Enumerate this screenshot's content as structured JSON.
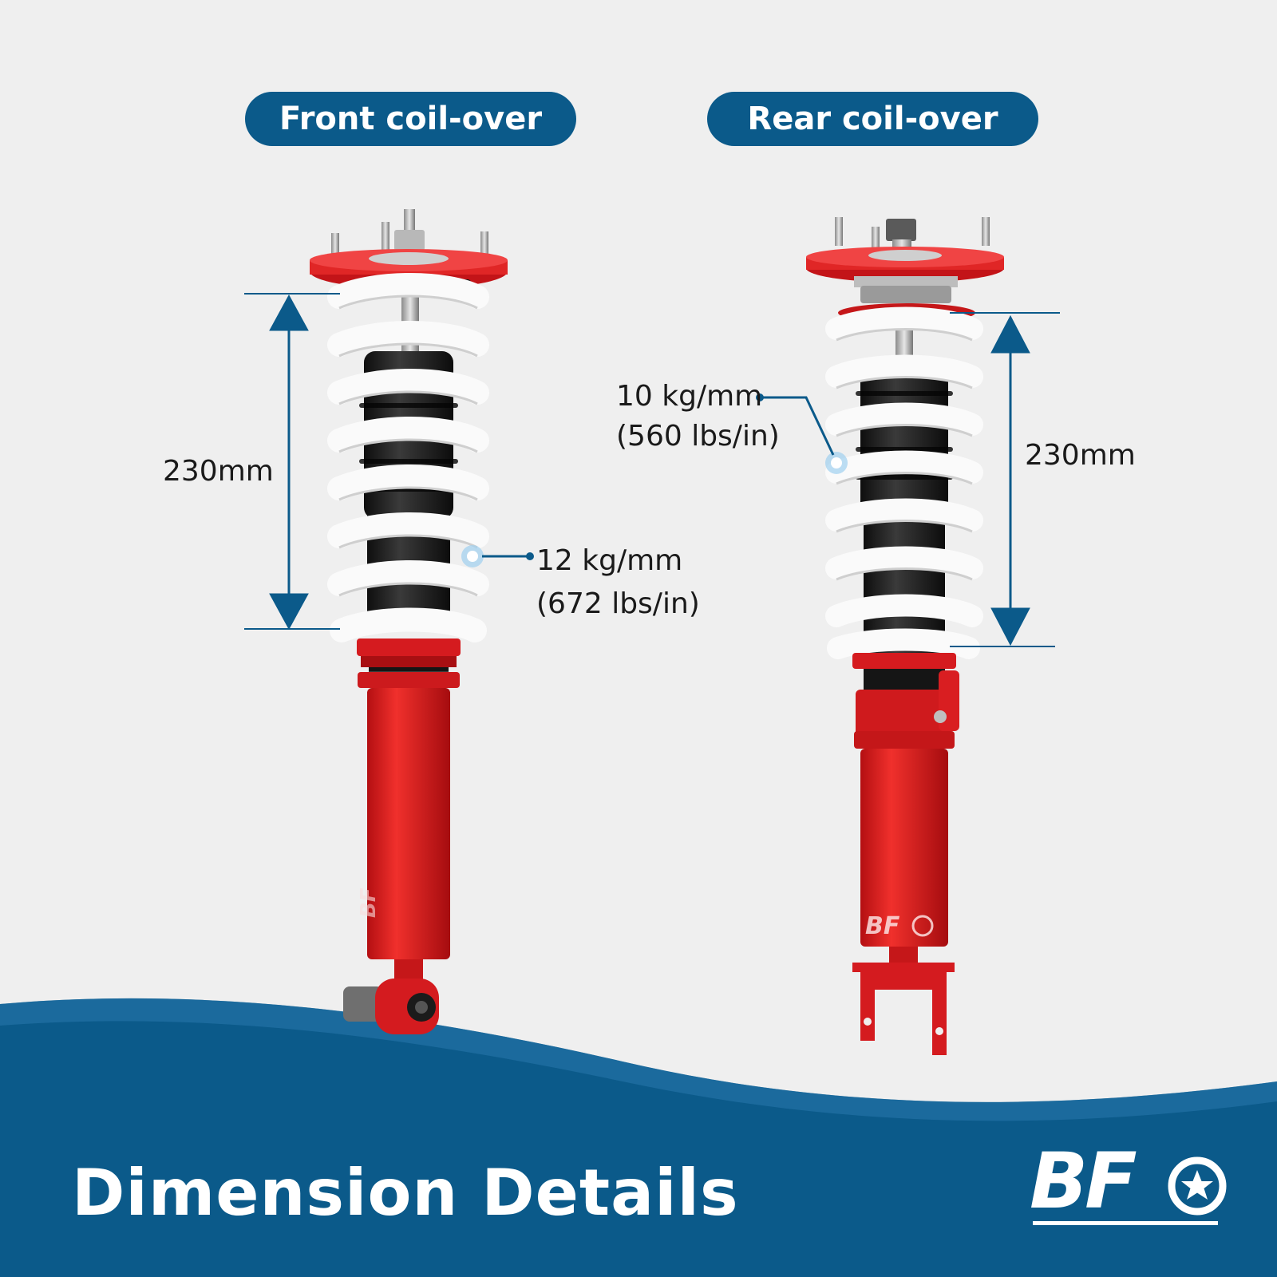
{
  "headers": {
    "front": "Front coil-over",
    "rear": "Rear coil-over"
  },
  "front": {
    "length": "230mm",
    "rate_kg": "12 kg/mm",
    "rate_lbs": "(672 lbs/in)"
  },
  "rear": {
    "length": "230mm",
    "rate_kg": "10 kg/mm",
    "rate_lbs": "(560 lbs/in)"
  },
  "footer": {
    "title": "Dimension Details"
  },
  "brand": {
    "logo": "BF",
    "body_mark": "BF"
  },
  "colors": {
    "accent_blue": "#0b5a8a",
    "coil_red": "#e01e1e",
    "spring_white": "#f7f7f7",
    "boot_black": "#1c1c1c",
    "background": "#efefef"
  }
}
